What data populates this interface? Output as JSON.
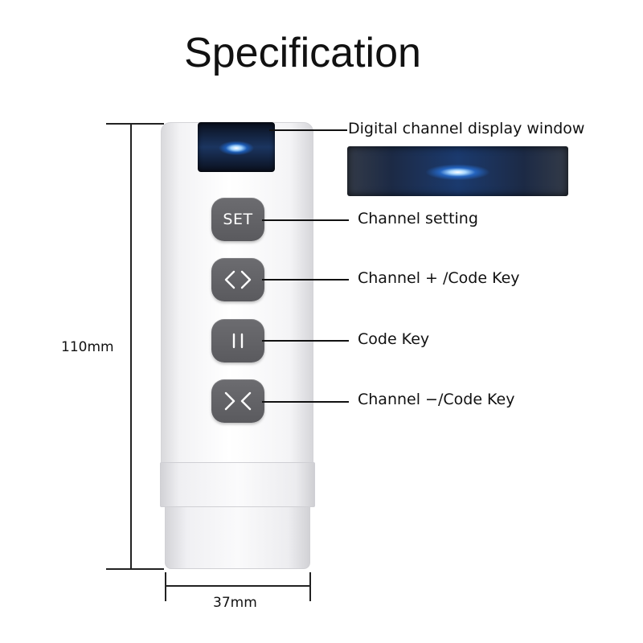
{
  "title": "Specification",
  "dimensions": {
    "height_label": "110mm",
    "width_label": "37mm"
  },
  "callouts": {
    "display": "Digital channel display window",
    "set": "Channel setting",
    "channel_plus": "Channel + /Code Key",
    "code": "Code Key",
    "channel_minus": "Channel −/Code Key"
  },
  "buttons": {
    "set_label": "SET",
    "channel_plus_icon": "chevrons-outward-icon",
    "code_icon": "pause-icon",
    "channel_minus_icon": "chevrons-inward-icon"
  },
  "colors": {
    "button": "#5f5f63",
    "display_glow": "#9fd3ff"
  }
}
